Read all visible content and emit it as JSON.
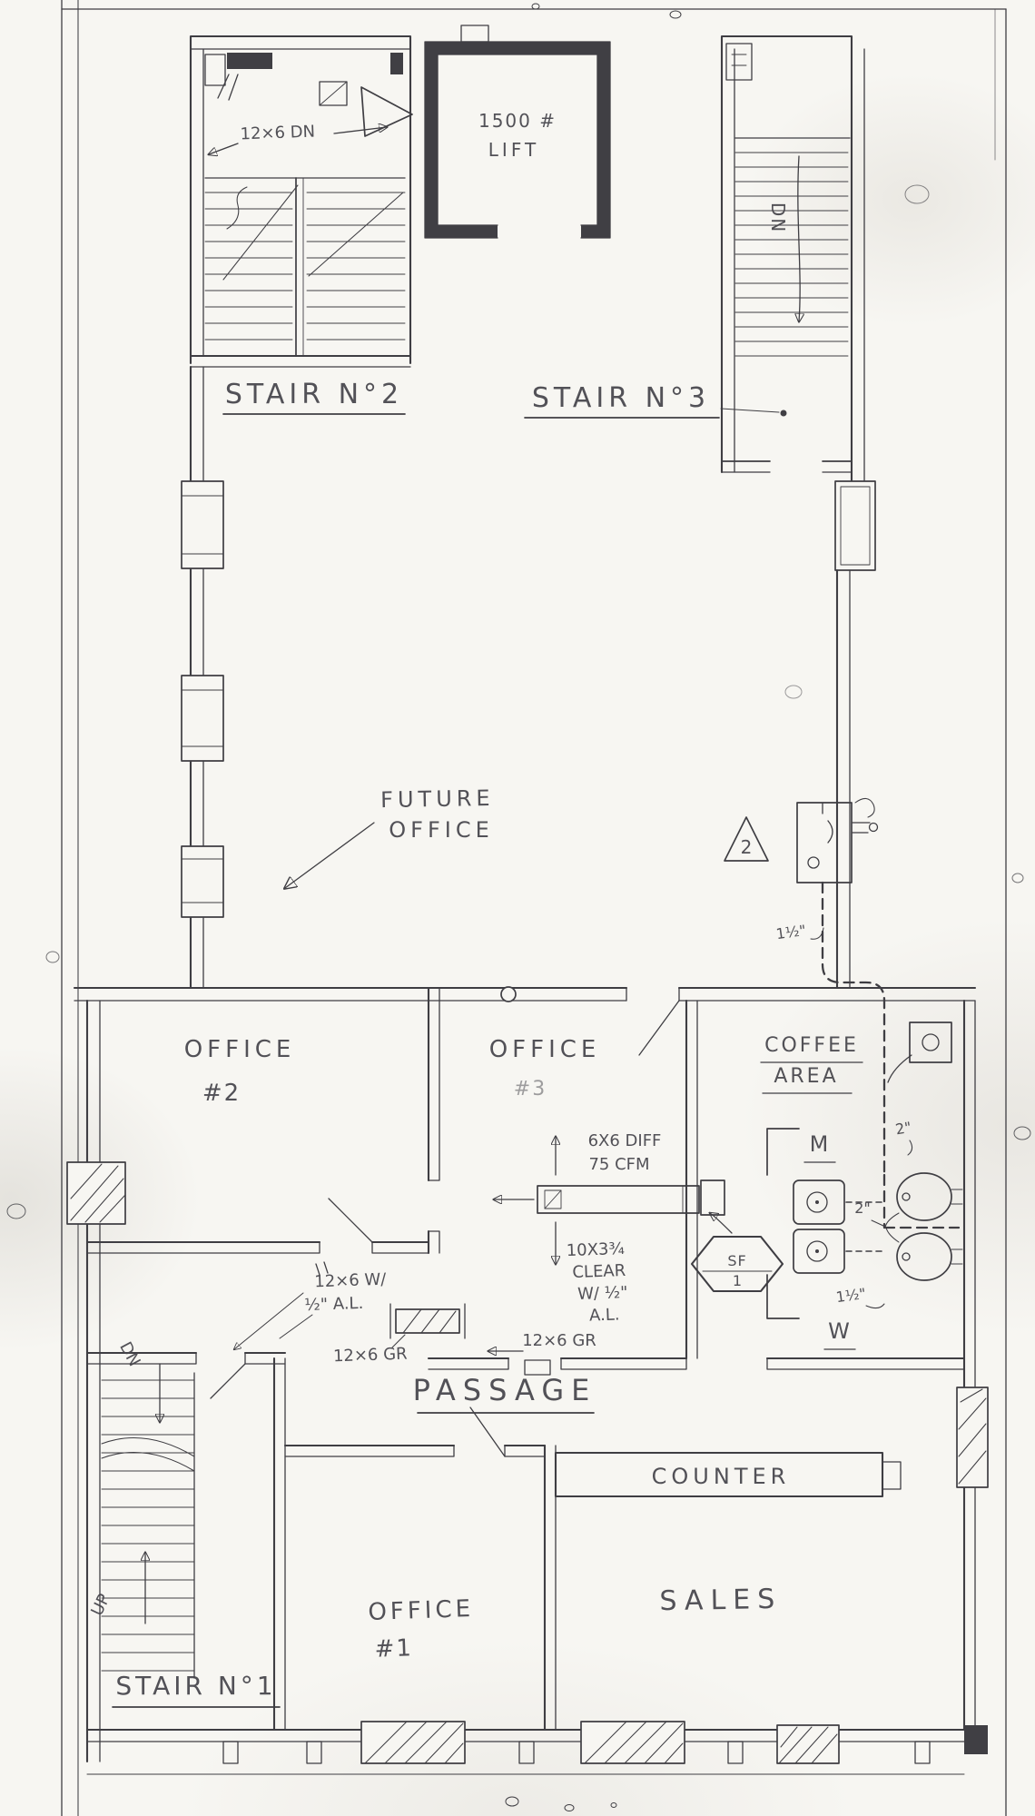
{
  "sheet": {
    "paper_color": "#f7f6f2",
    "ink_color": "#3f3e43"
  },
  "labels": {
    "duct_dn": "12×6 DN",
    "lift_capacity": "1500 #",
    "lift_name": "LIFT",
    "stair3_dn": "DN",
    "stair2_title": "STAIR N°2",
    "stair3_title": "STAIR N°3",
    "future_line1": "FUTURE",
    "future_line2": "OFFICE",
    "detail_bubble": "2",
    "pipe_heater": "1½\"",
    "coffee_line1": "COFFEE",
    "coffee_line2": "AREA",
    "office2_line1": "OFFICE",
    "office2_line2": "#2",
    "office3_line1": "OFFICE",
    "office3_line2": "#3",
    "diff_line1": "6X6 DIFF",
    "diff_line2": "75 CFM",
    "mens_room": "M",
    "pipe_sink": "2\"",
    "pipe_wc": "2\"",
    "sf_line1": "SF",
    "sf_line2": "1",
    "clear_line1": "10X3¾",
    "clear_line2": "CLEAR",
    "clear_line3": "W/ ½\"",
    "clear_line4": "A.L.",
    "pipe_lav": "1½\"",
    "womens_room": "W",
    "duct_w_line1": "12×6 W/",
    "duct_w_line2": "½\" A.L.",
    "grille_left": "12×6 GR",
    "grille_right": "12×6 GR",
    "passage_title": "PASSAGE",
    "stair1_dn": "DN",
    "stair1_up": "UP",
    "counter_title": "COUNTER",
    "office1_line1": "OFFICE",
    "office1_line2": "#1",
    "sales_title": "SALES",
    "stair1_title": "STAIR N°1"
  }
}
